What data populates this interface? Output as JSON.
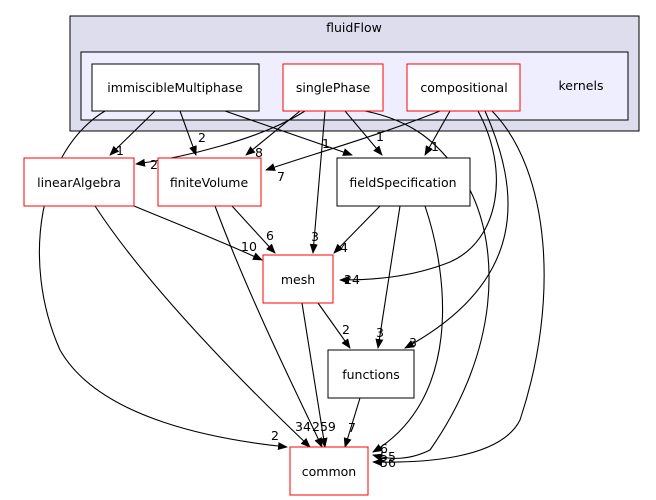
{
  "diagram": {
    "clusters": {
      "outer": {
        "label": "fluidFlow"
      },
      "kernels": {
        "label": "kernels"
      }
    },
    "nodes": {
      "immiscible": "immiscibleMultiphase",
      "singlephase": "singlePhase",
      "compositional": "compositional",
      "linearalgebra": "linearAlgebra",
      "finitevolume": "finiteVolume",
      "fieldspec": "fieldSpecification",
      "mesh": "mesh",
      "functions": "functions",
      "common": "common"
    },
    "edge_labels": {
      "imm_la": "1",
      "imm_fv": "2",
      "imm_fs": "1",
      "imm_common": "2",
      "sp_fv": "8",
      "sp_la": "2",
      "sp_fs": "1",
      "sp_mesh": "3",
      "comp_fv": "7",
      "comp_fs": "1",
      "comp_mesh": "24",
      "comp_functions": "3",
      "la_mesh": "10",
      "la_common": "34",
      "fv_mesh": "6",
      "fv_common": "259",
      "fs_mesh": "4",
      "fs_functions": "3",
      "mesh_functions": "2",
      "functions_common": "7",
      "common_in_a": "6",
      "common_in_b": "55",
      "common_in_c": "56"
    },
    "colors": {
      "cluster_outer_fill": "#dddded",
      "cluster_inner_fill": "#eeeeff",
      "node_red": "#ff0000",
      "node_black": "#000000"
    }
  }
}
